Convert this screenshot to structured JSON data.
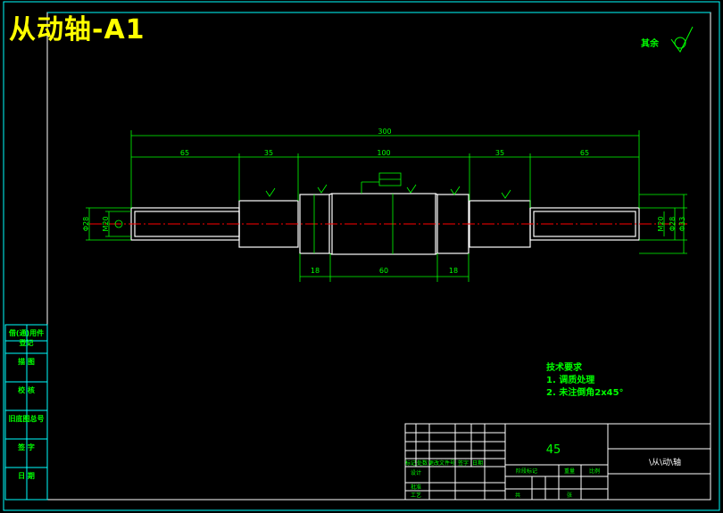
{
  "title": "从动轴-A1",
  "roughness_note": "其余",
  "dimensions": {
    "overall": "300",
    "seg1": "65",
    "seg2": "35",
    "seg3": "100",
    "seg4": "35",
    "seg5": "65",
    "low1": "18",
    "low2": "60",
    "low3": "18",
    "left_dia": "Φ28",
    "left_thread": "M20",
    "right_thread": "M20",
    "right_dia": "Φ28",
    "right_dia2": "Φ33"
  },
  "side_labels": [
    "借(通)用件登记",
    "描 图",
    "校 核",
    "旧底图总号",
    "签 字",
    "日 期"
  ],
  "tech_requirements": {
    "heading": "技术要求",
    "item1": "1. 调质处理",
    "item2": "2. 未注倒角2x45°"
  },
  "title_block": {
    "material": "45",
    "part_name": "\\从\\动\\轴",
    "row_labels": [
      "标记",
      "处数",
      "更改文件号",
      "签字",
      "日期"
    ],
    "design": "设计",
    "process": "工艺",
    "approve": "批准",
    "stage_label": "阶段标记",
    "weight": "重量",
    "scale": "比例",
    "sheet_total": "共",
    "sheet": "张"
  },
  "colors": {
    "frame": "#00ffff",
    "dimension": "#00ff00",
    "outline": "#ffffff",
    "centerline": "#ff0000",
    "title": "#ffff00",
    "background": "#000000"
  }
}
